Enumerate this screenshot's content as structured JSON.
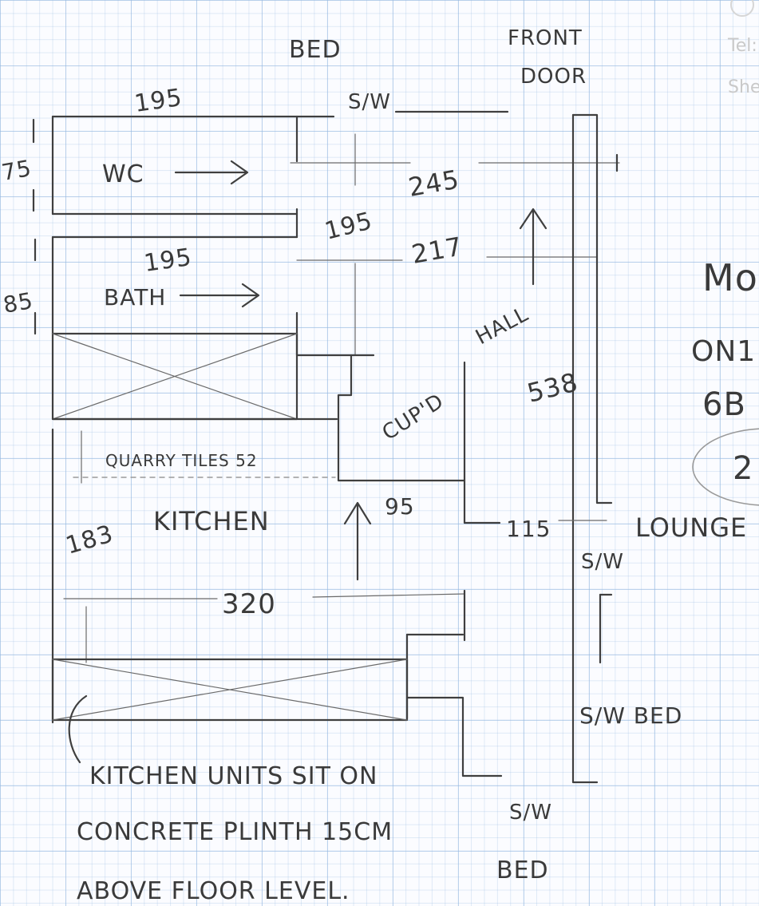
{
  "labels": {
    "bed_top": "BED",
    "front_door": "FRONT\nDOOR",
    "sw_top": "S/W",
    "wc": "WC",
    "bath": "BATH",
    "hall": "HALL",
    "cupd": "CUP'D",
    "quarry_tiles": "QUARRY TILES 52",
    "kitchen": "KITCHEN",
    "lounge": "LOUNGE",
    "sw_mid": "S/W",
    "sw_bed": "S/W BED",
    "sw_bottom": "S/W",
    "bed_bottom": "BED",
    "note_line1": "KITCHEN UNITS SIT ON",
    "note_line2": "CONCRETE PLINTH 15CM",
    "note_line3": "ABOVE FLOOR LEVEL.",
    "margin_mo": "Mo",
    "margin_on1": "ON1",
    "margin_6b": "6B",
    "margin_2": "2",
    "faint_tel": "Tel:",
    "faint_she": "Shee"
  },
  "dimensions": {
    "wc_width": "195",
    "wc_height": "75",
    "bath_width": "195",
    "bath_height": "85",
    "hall_a": "245",
    "hall_b": "195",
    "hall_c": "217",
    "hall_length": "538",
    "kitchen_height": "183",
    "kitchen_width": "320",
    "kitchen_step": "95",
    "cupd_gap": "115"
  }
}
